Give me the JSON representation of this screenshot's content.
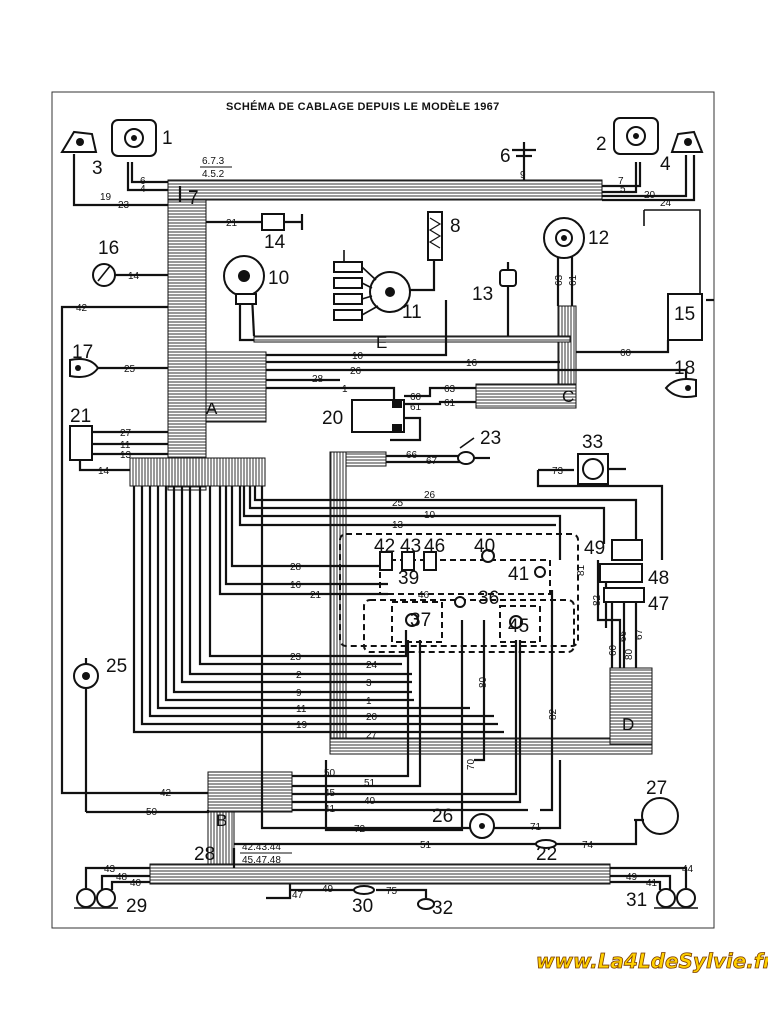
{
  "title": "SCHÉMA DE CABLAGE DEPUIS LE MODÈLE 1967",
  "watermark": "www.La4LdeSylvie.fr",
  "bundles": {
    "A": "A",
    "B": "B",
    "C": "C",
    "D": "D",
    "E": "E"
  },
  "connector7": {
    "top": "6.7.3",
    "bottom": "4.5.2"
  },
  "connector28": {
    "top": "42.43.44",
    "bottom": "45.47.48"
  },
  "components": {
    "c1": "1",
    "c2": "2",
    "c3": "3",
    "c4": "4",
    "c6": "6",
    "c7": "7",
    "c8": "8",
    "c10": "10",
    "c11": "11",
    "c12": "12",
    "c13": "13",
    "c14": "14",
    "c15": "15",
    "c16": "16",
    "c17": "17",
    "c18": "18",
    "c20": "20",
    "c21": "21",
    "c22": "22",
    "c23": "23",
    "c25": "25",
    "c26": "26",
    "c27": "27",
    "c28": "28",
    "c29": "29",
    "c30": "30",
    "c31": "31",
    "c32": "32",
    "c33": "33",
    "c36": "36",
    "c37": "37",
    "c39": "39",
    "c40": "40",
    "c41": "41",
    "c42": "42",
    "c43": "43",
    "c45": "45",
    "c46": "46",
    "c47": "47",
    "c48": "48",
    "c49": "49"
  },
  "wires": {
    "w19": "19",
    "w23a": "23",
    "w6": "6",
    "w4": "4",
    "w9": "9",
    "w7": "7",
    "w5": "5",
    "w20": "20",
    "w24": "24",
    "w21": "21",
    "w14a": "14",
    "w42": "42",
    "w25": "25",
    "w10": "10",
    "w16": "16",
    "w28": "28",
    "w26": "26",
    "w1": "1",
    "w60a": "60",
    "w61a": "61",
    "w63": "63",
    "w60b": "60",
    "w61b": "61",
    "w27": "27",
    "w11": "11",
    "w13": "13",
    "w14b": "14",
    "w66": "66",
    "w67": "67",
    "w73": "73",
    "w26b": "26",
    "w25b": "25",
    "w10b": "10",
    "w13b": "13",
    "w28b": "28",
    "w16b": "16",
    "w21b": "21",
    "w23b": "23",
    "w24b": "24",
    "w2": "2",
    "w3": "3",
    "w9b": "9",
    "w1b": "1",
    "w11b": "11",
    "w20b": "20",
    "w19b": "19",
    "w27b": "27",
    "w80": "80",
    "w82": "82",
    "w81": "81",
    "w82b": "82",
    "w66b": "66",
    "w67b": "67",
    "w80b": "80",
    "w60c": "60",
    "w70": "70",
    "w50": "50",
    "w51": "51",
    "w45": "45",
    "w40": "40",
    "w41": "41",
    "w42b": "42",
    "w50b": "50",
    "w72": "72",
    "w71": "71",
    "w51b": "51",
    "w74": "74",
    "w43": "43",
    "w48": "48",
    "w40b": "40",
    "w44": "44",
    "w49": "49",
    "w41b": "41",
    "w47": "47",
    "w49b": "49",
    "w75": "75",
    "w61c": "61",
    "w63b": "63",
    "w46": "46"
  }
}
